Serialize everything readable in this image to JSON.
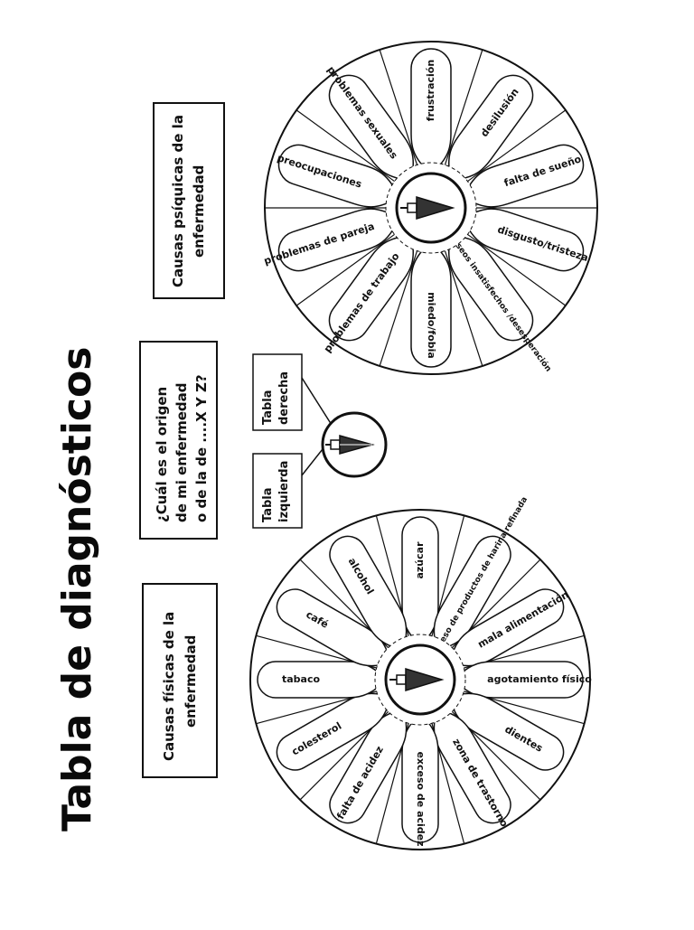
{
  "title": "Tabla de diagnósticos",
  "question": [
    "¿Cuál es el origen",
    "de mi enfermedad",
    "o de la de ....X Y Z?"
  ],
  "left_wheel": {
    "box_label": [
      "Causas físicas de la",
      "enfermedad"
    ],
    "petals": [
      "azúcar",
      "exceso de productos de harina refinada",
      "mala alimentación",
      "agotamiento físico",
      "dientes",
      "zona de trastorno",
      "exceso de acidez",
      "falta de acidez",
      "colesterol",
      "tabaco",
      "café",
      "alcohol"
    ]
  },
  "right_wheel": {
    "box_label": [
      "Causas psíquicas de la",
      "enfermedad"
    ],
    "petals": [
      "frustración",
      "desilusión",
      "falta de sueño",
      "disgusto/tristeza",
      "deseos insatisfechos /desesperación",
      "miedo/fobia",
      "problemas de trabajo",
      "problemas de pareja",
      "preocupaciones",
      "problemas sexuales"
    ]
  },
  "pendulum": {
    "left_label": [
      "Tabla",
      "izquierda"
    ],
    "right_label": [
      "Tabla",
      "derecha"
    ]
  }
}
